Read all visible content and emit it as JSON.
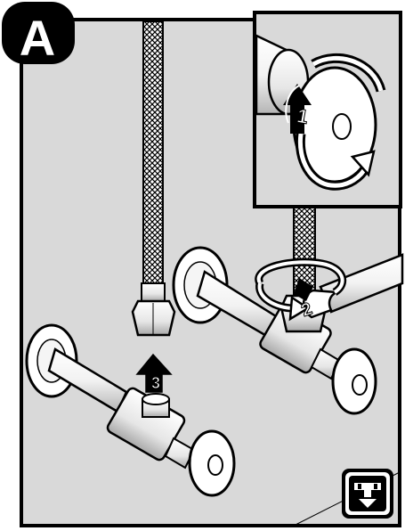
{
  "panel": {
    "letter": "A"
  },
  "steps": [
    {
      "label": "1",
      "meaning": "rotate-nut-by-hand"
    },
    {
      "label": "2",
      "meaning": "tighten-with-wrench"
    },
    {
      "label": "3",
      "meaning": "remove-cap-upward"
    }
  ],
  "icons": {
    "corner_icon": "shower-valve-icon"
  },
  "colors": {
    "background_panel": "#d9d9d9",
    "outline": "#000000",
    "highlight": "#ffffff",
    "shading": "#bdbdbd"
  }
}
